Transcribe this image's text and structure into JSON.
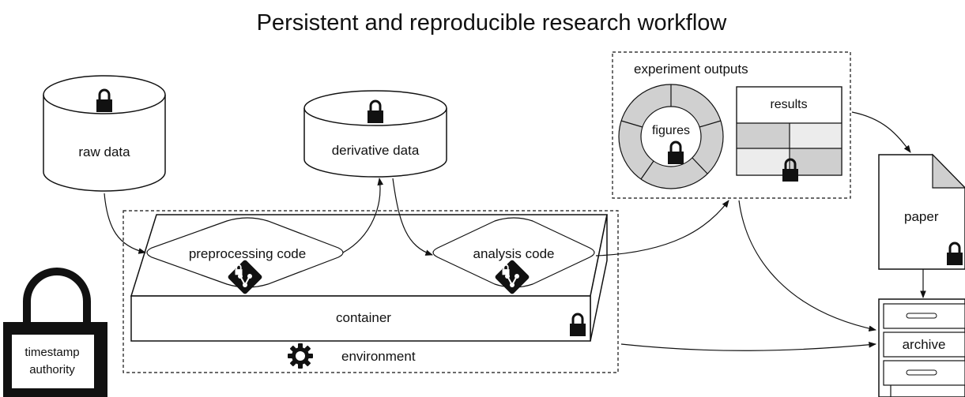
{
  "title": "Persistent and reproducible research workflow",
  "nodes": {
    "raw_data": "raw data",
    "derivative_data": "derivative data",
    "preprocessing_code": "preprocessing code",
    "analysis_code": "analysis code",
    "container": "container",
    "environment": "environment",
    "experiment_outputs": "experiment outputs",
    "figures": "figures",
    "results": "results",
    "paper": "paper",
    "archive": "archive",
    "timestamp_authority": [
      "timestamp",
      "authority"
    ]
  },
  "icons": {
    "lock": "lock-icon",
    "git": "git-icon",
    "gear": "gear-icon"
  },
  "colors": {
    "stroke": "#111111",
    "shade_dark": "#cfcfcf",
    "shade_light": "#ececec",
    "paper_fold": "#cfcfcf"
  }
}
